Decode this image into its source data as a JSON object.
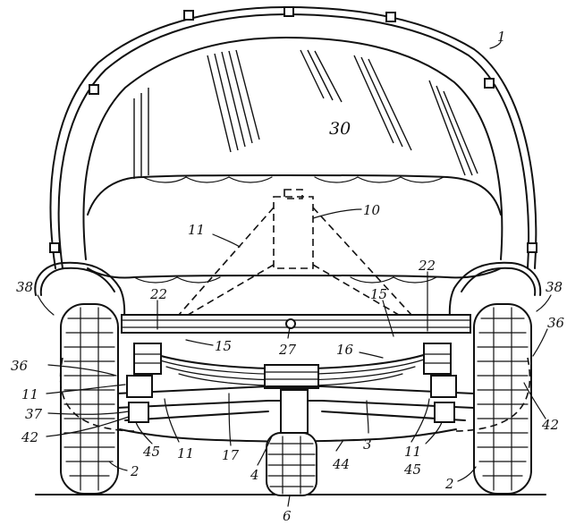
{
  "labels": {
    "l1": "1",
    "l30": "30",
    "l10": "10",
    "l11_top": "11",
    "l22_left": "22",
    "l22_right": "22",
    "l15_left": "15",
    "l15_right": "15",
    "l27": "27",
    "l16": "16",
    "l38_left": "38",
    "l38_right": "38",
    "l36_left": "36",
    "l36_right": "36",
    "l11_left": "11",
    "l37": "37",
    "l42_left": "42",
    "l42_right": "42",
    "l45_left": "45",
    "l45_right": "45",
    "l11_bottom_left": "11",
    "l11_bottom_right": "11",
    "l17": "17",
    "l4": "4",
    "l44": "44",
    "l3": "3",
    "l2_left": "2",
    "l2_right": "2",
    "l6": "6"
  }
}
